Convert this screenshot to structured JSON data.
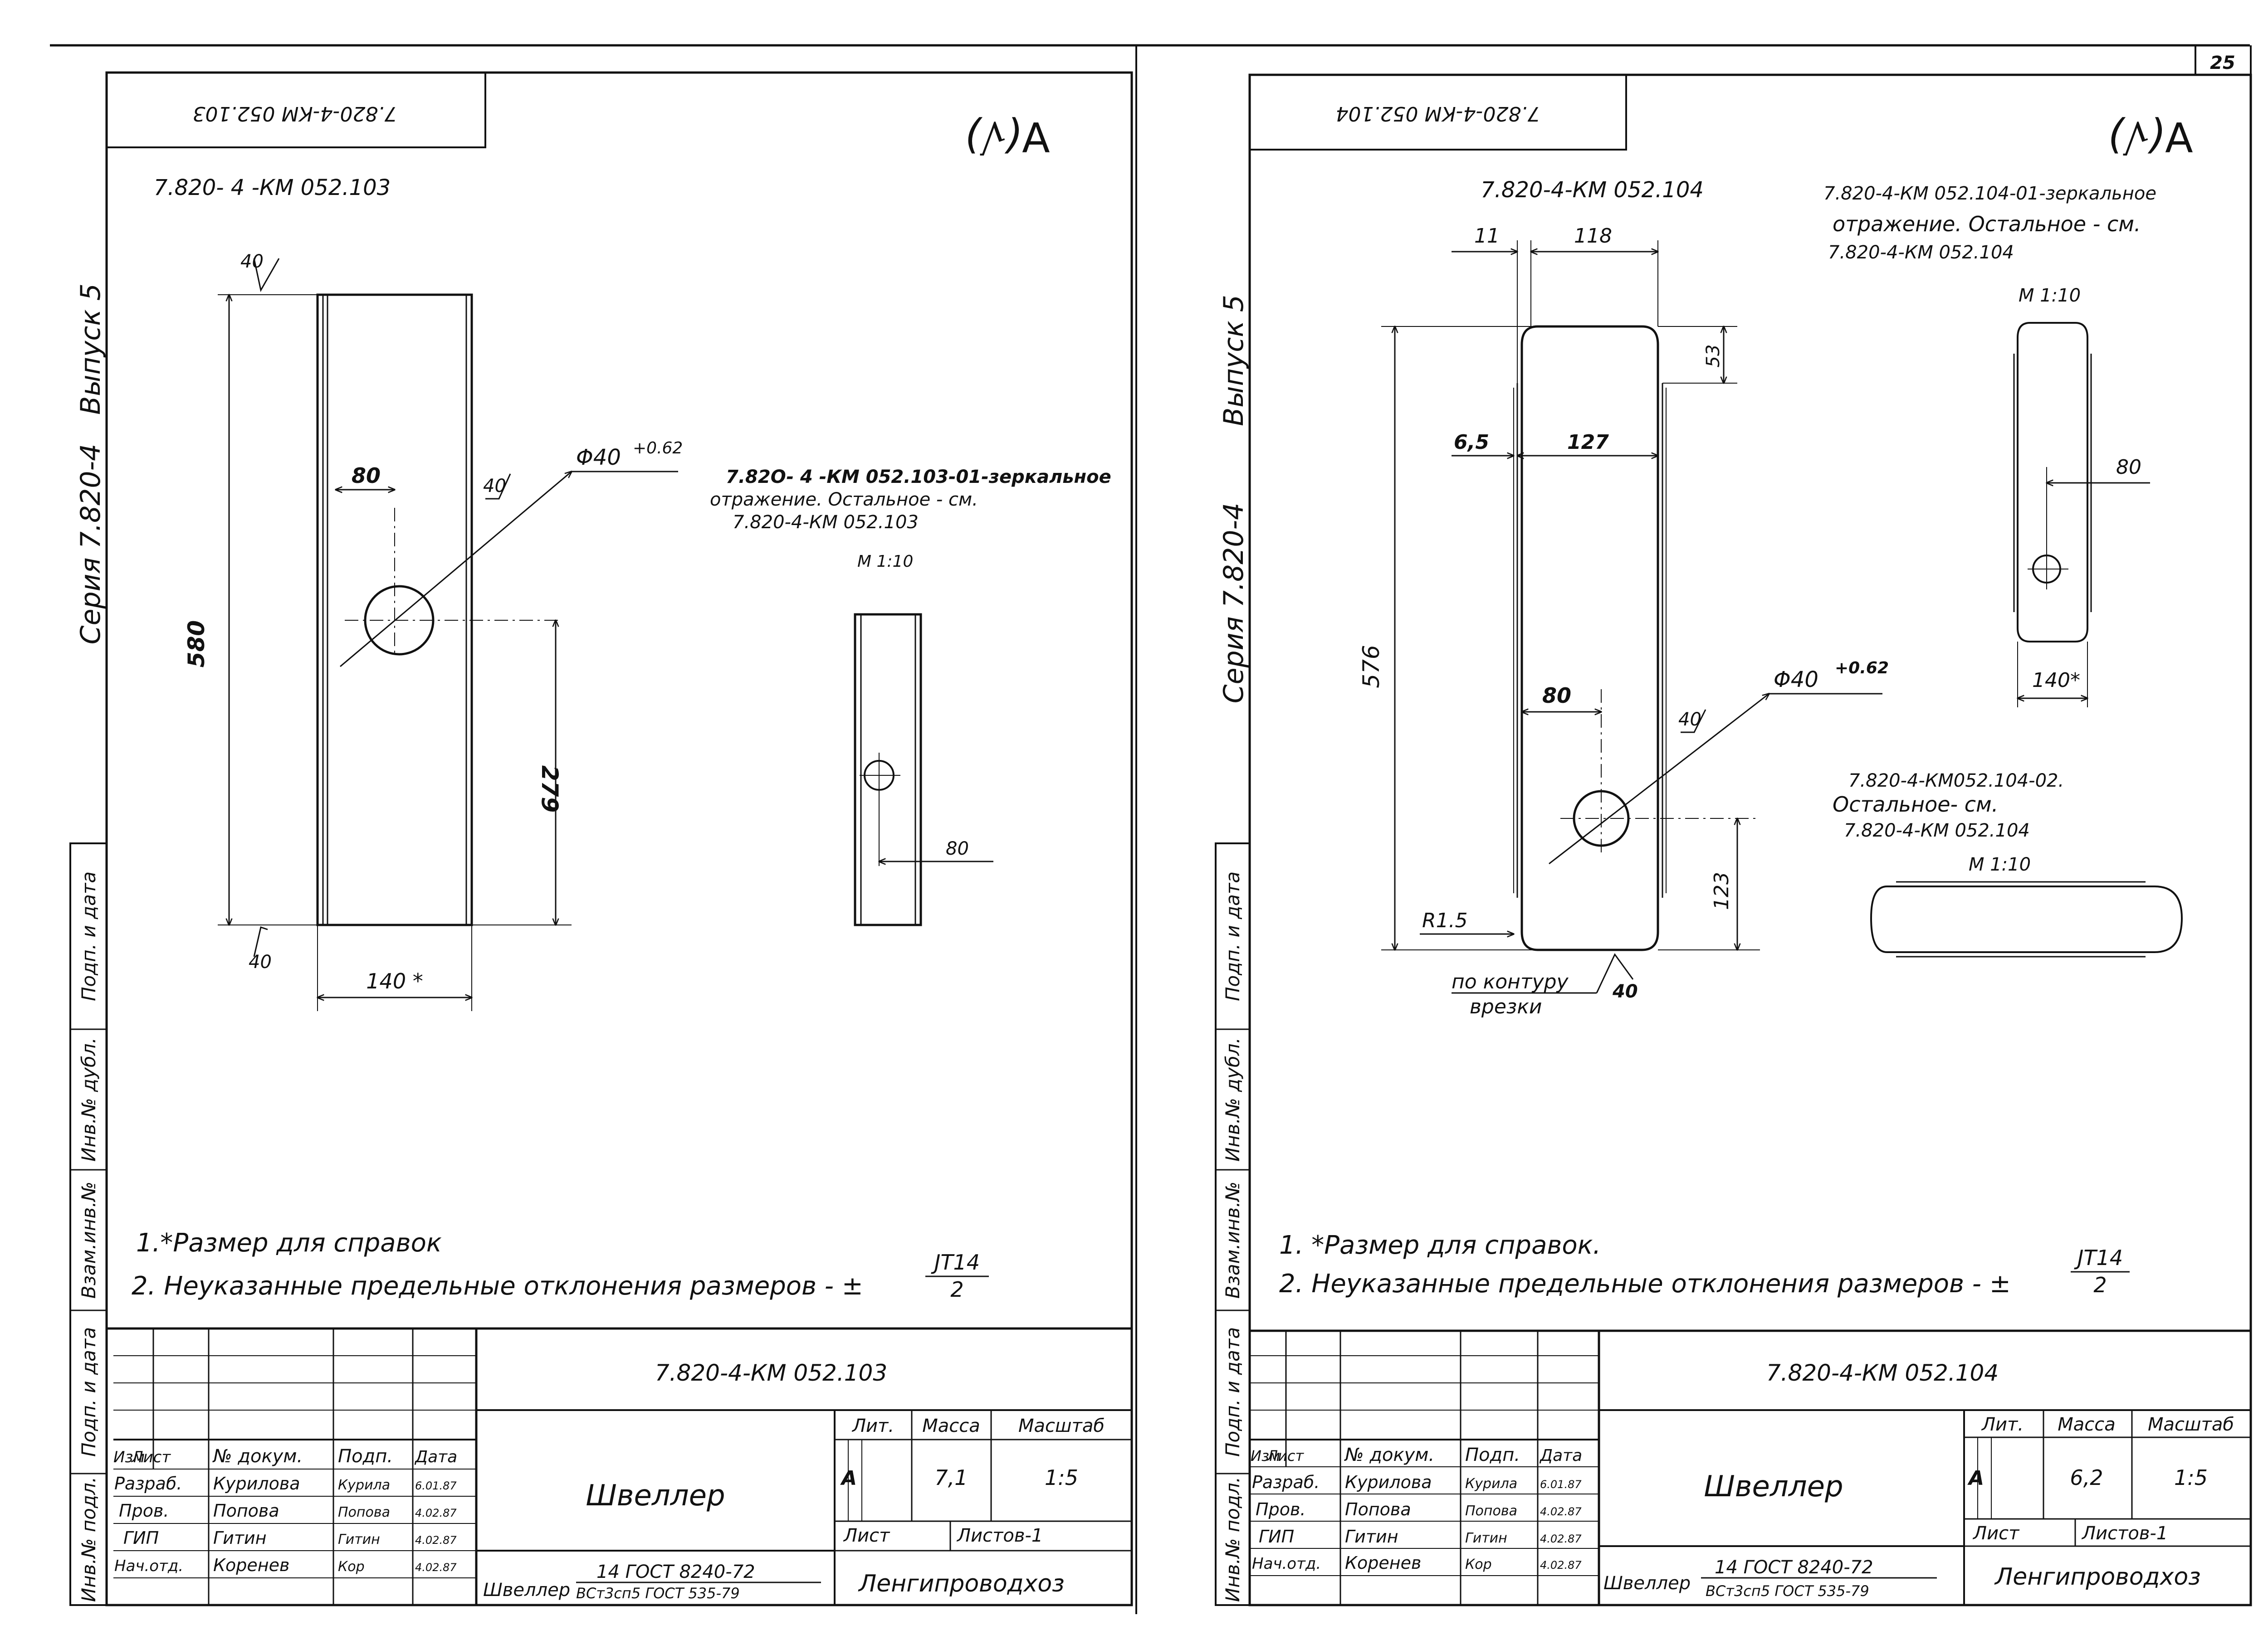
{
  "page_number": "25",
  "left": {
    "stamp_code": "7.820-4-КМ 052.103",
    "roughness": "∀(√)",
    "part_code": "7.820- 4 -КМ 052.103",
    "series": "Серия 7.820-4",
    "issue": "Выпуск 5",
    "dims": {
      "w40_top": "40",
      "h580": "580",
      "d80": "80",
      "w40_mid": "40",
      "hole": "Φ40",
      "tol": "+0.62",
      "h279": "279",
      "w40_bot": "40",
      "w140": "140 *"
    },
    "mirror_note": [
      "7.82O- 4 -КМ 052.103-01-зеркальное",
      "отражение. Остальное - см.",
      "7.820-4-КМ 052.103"
    ],
    "scale_label": "М 1:10",
    "small_dim": "80",
    "notes": [
      "1.*Размер для справок",
      "2. Неуказанные предельные отклонения размеров - ±"
    ],
    "tol_num": "JT14",
    "tol_den": "2",
    "title_block": {
      "code": "7.820-4-КМ 052.103",
      "headers": [
        "Изм",
        "Лист",
        "№ докум.",
        "Подп.",
        "Дата"
      ],
      "rows": [
        [
          "Разраб.",
          "Курилова",
          "Курила",
          "6.01.87"
        ],
        [
          "Пров.",
          "Попова",
          "Попова",
          "4.02.87"
        ],
        [
          "ГИП",
          "Гитин",
          "Гитин",
          "4.02.87"
        ],
        [
          "Нач.отд.",
          "Коренев",
          "Кор",
          "4.02.87"
        ]
      ],
      "name": "Швеллер",
      "lit_h": "Лит.",
      "mass_h": "Масса",
      "scale_h": "Масштаб",
      "lit": "А",
      "mass": "7,1",
      "scale": "1:5",
      "sheet_h": "Лист",
      "sheets_h": "Листов-1",
      "material_prefix": "Швеллер",
      "material_num": "14 ГОСТ 8240-72",
      "material_den": "ВСт3сп5 ГОСТ 535-79",
      "org": "Ленгипроводхоз"
    },
    "side_stamps": [
      "Подп. и дата",
      "Инв.№ дубл.",
      "Взам.инв.№",
      "Подп. и дата",
      "Инв.№ подл."
    ]
  },
  "right": {
    "stamp_code": "7.820-4-КМ 052.104",
    "roughness": "∀(√)",
    "part_code": "7.820-4-КМ 052.104",
    "series": "Серия 7.820-4",
    "issue": "Выпуск 5",
    "dims": {
      "d11": "11",
      "d118": "118",
      "d53": "53",
      "d6_5": "6,5",
      "d127": "127",
      "h576": "576",
      "d80": "80",
      "w40": "40",
      "hole": "Φ40",
      "tol": "+0.62",
      "d123": "123",
      "r15": "R1.5",
      "contour1": "по контуру",
      "contour2": "врезки",
      "c40": "40"
    },
    "note01": [
      "7.820-4-КМ 052.104-01-зеркальное",
      "отражение. Остальное - см.",
      "7.820-4-КМ 052.104"
    ],
    "scale1": "М 1:10",
    "v80": "80",
    "v140": "140*",
    "note02": [
      "7.820-4-КМ052.104-02.",
      "Остальное- см.",
      "7.820-4-КМ 052.104"
    ],
    "scale2": "М 1:10",
    "notes": [
      "1. *Размер для справок.",
      "2. Неуказанные предельные отклонения размеров - ±"
    ],
    "tol_num": "JT14",
    "tol_den": "2",
    "title_block": {
      "code": "7.820-4-КМ 052.104",
      "headers": [
        "Изм",
        "Лист",
        "№ докум.",
        "Подп.",
        "Дата"
      ],
      "rows": [
        [
          "Разраб.",
          "Курилова",
          "Курила",
          "6.01.87"
        ],
        [
          "Пров.",
          "Попова",
          "Попова",
          "4.02.87"
        ],
        [
          "ГИП",
          "Гитин",
          "Гитин",
          "4.02.87"
        ],
        [
          "Нач.отд.",
          "Коренев",
          "Кор",
          "4.02.87"
        ]
      ],
      "name": "Швеллер",
      "lit_h": "Лит.",
      "mass_h": "Масса",
      "scale_h": "Масштаб",
      "lit": "А",
      "mass": "6,2",
      "scale": "1:5",
      "sheet_h": "Лист",
      "sheets_h": "Листов-1",
      "material_prefix": "Швеллер",
      "material_num": "14 ГОСТ 8240-72",
      "material_den": "ВСт3сп5 ГОСТ 535-79",
      "org": "Ленгипроводхоз"
    },
    "side_stamps": [
      "Подп. и дата",
      "Инв.№ дубл.",
      "Взам.инв.№",
      "Подп. и дата",
      "Инв.№ подл."
    ]
  }
}
